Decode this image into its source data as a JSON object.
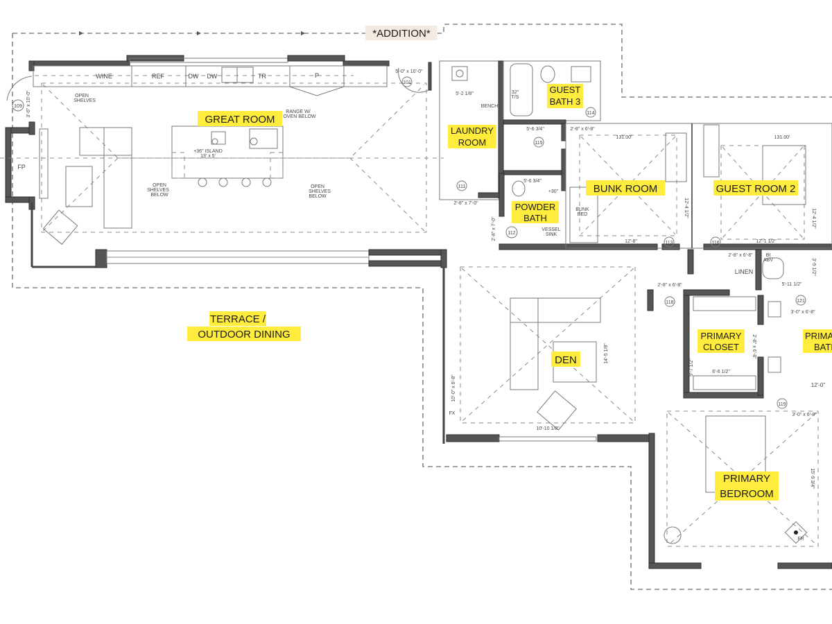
{
  "addition_label": "*ADDITION*",
  "colors": {
    "highlight": "#ffec3d",
    "addition_bg": "#f3ebe2",
    "wall": "#555555"
  },
  "rooms": {
    "great_room": "GREAT ROOM",
    "laundry": [
      "LAUNDRY",
      "ROOM"
    ],
    "guest_bath_3": [
      "GUEST",
      "BATH 3"
    ],
    "bunk_room": "BUNK ROOM",
    "guest_room_2": "GUEST ROOM 2",
    "powder_bath": [
      "POWDER",
      "BATH"
    ],
    "den": "DEN",
    "terrace": [
      "TERRACE /",
      "OUTDOOR DINING"
    ],
    "primary_closet": [
      "PRIMARY",
      "CLOSET"
    ],
    "primary_bath": [
      "PRIMARY",
      "BATH"
    ],
    "primary_bedroom": [
      "PRIMARY",
      "BEDROOM"
    ]
  },
  "annotations": {
    "wine": "WINE",
    "ref": "REF",
    "dw1": "DW",
    "dw2": "DW",
    "tr": "TR",
    "p": "P",
    "open_shelves": [
      "OPEN",
      "SHELVES"
    ],
    "range": [
      "RANGE W/",
      "OVEN BELOW"
    ],
    "island": [
      "+36\" ISLAND",
      "13' x 5'"
    ],
    "open_shelves_below_left": [
      "OPEN",
      "SHELVES",
      "BELOW"
    ],
    "open_shelves_below_right": [
      "OPEN",
      "SHELVES",
      "BELOW"
    ],
    "fp": "FP",
    "door_101": "101",
    "door_101_size": "5'-0\" x 10'-0\"",
    "door_109": "109",
    "door_109_size": "3'-6\" x 10'-0\"",
    "bench": "BENCH",
    "laundry_dim": "5'-2 1/8\"",
    "door_111": "111",
    "door_111_size": "2'-8\" x 7'-0\"",
    "tub": [
      "32\"",
      "T/S"
    ],
    "door_114": "114",
    "door_115": "115",
    "closet_dim": "5'-6 3/4\"",
    "door_bunk_size": "2'-8\" x 6'-8\"",
    "ceiling_bunk": "131.00'",
    "ceiling_guest": "131.00'",
    "bunk_bed": [
      "BUNK",
      "BED"
    ],
    "door_112": "112",
    "door_112_size": "2'-8\" x 7'-0\"",
    "vessel_sink": [
      "VESSEL",
      "SINK"
    ],
    "plus30": "+30\"",
    "powder_dim": "5'-6 3/4\"",
    "door_113": "113",
    "bunk_width": "12'-8\"",
    "bunk_depth": "12'-4 1/2\"",
    "door_116": "116",
    "guest_width": "12'-1 1/2\"",
    "guest_depth": "12'-4 1/2\"",
    "linen": "LINEN",
    "bi_abv": [
      "BI",
      "ABV"
    ],
    "wc_dim": "5'-11 1/2\"",
    "wc_depth": "3'-5 1/2\"",
    "door_linen_size": "2'-8\" x 6'-8\"",
    "door_118": "118",
    "door_118_size": "2'-8\" x 6'-8\"",
    "door_121": "121",
    "door_121_size": "3'-0\" x 6'-8\"",
    "closet_depth": "9'-7 1/2\"",
    "closet_width": "6'-6 1/2\"",
    "closet_door": "2'-8\" x 6'-8\"",
    "door_119": "119",
    "door_119_size": "3'-0\" x 6'-8\"",
    "den_door": "10'-0\" x 6'-8\"",
    "fx": "FX",
    "den_depth": "14'-5 1/8\"",
    "den_width": "10'-10 1/8\"",
    "bed_depth": "15'-9 3/4\"",
    "fr": "FR",
    "bath_dim": "12'-0\""
  }
}
